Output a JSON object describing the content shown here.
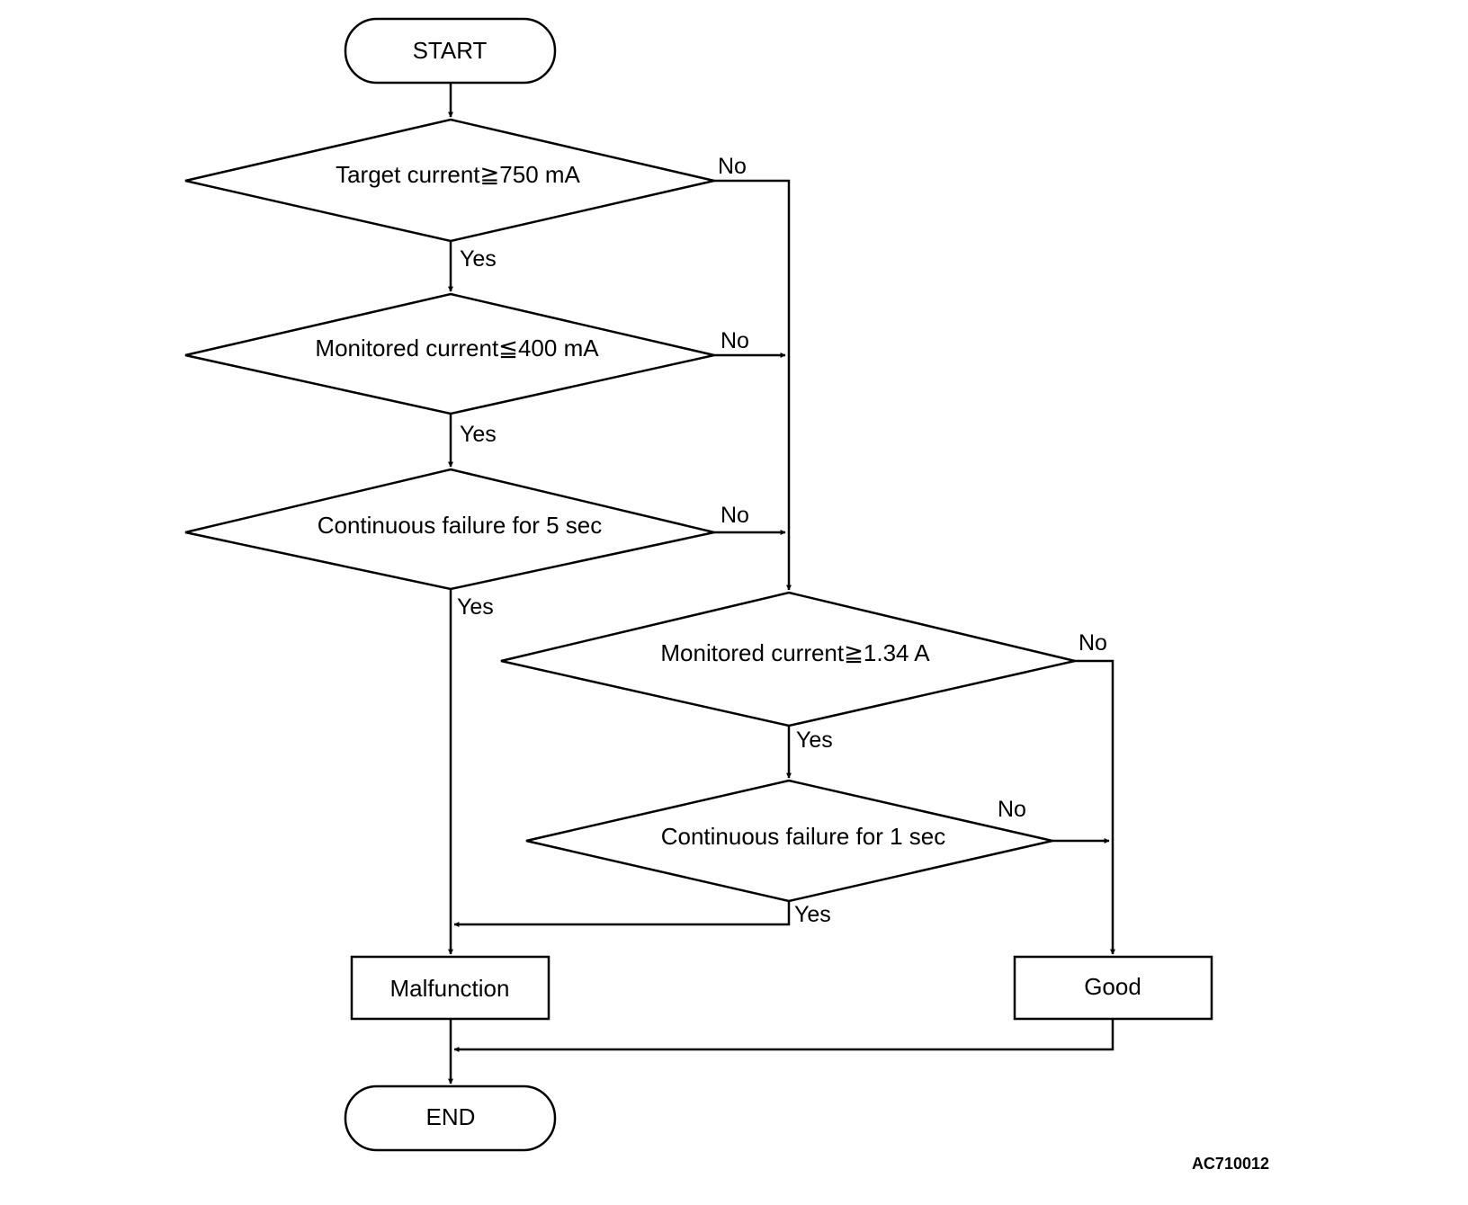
{
  "nodes": {
    "start": "START",
    "target_check": "Target current≧750 mA",
    "low_current_check": "Monitored current≦400 mA",
    "failure_5s_check": "Continuous failure for 5 sec",
    "high_current_check": "Monitored current≧1.34 A",
    "failure_1s_check": "Continuous failure for 1 sec",
    "malfunction": "Malfunction",
    "good": "Good",
    "end": "END"
  },
  "edge_labels": {
    "yes": "Yes",
    "no": "No"
  },
  "figure_code": "AC710012"
}
